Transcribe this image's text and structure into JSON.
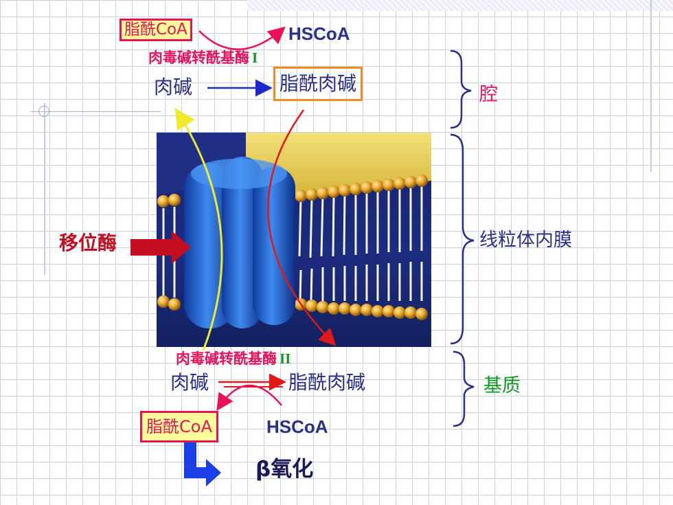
{
  "top": {
    "acyl_coa": "脂酰CoA",
    "hscoa": "HSCoA",
    "enzyme": "肉毒碱转酰基酶",
    "enzyme_num": "I",
    "carnitine": "肉碱",
    "acyl_carnitine": "脂酰肉碱"
  },
  "bottom": {
    "enzyme": "肉毒碱转酰基酶",
    "enzyme_num": "II",
    "carnitine": "肉碱",
    "acyl_carnitine": "脂酰肉碱",
    "acyl_coa": "脂酰CoA",
    "hscoa": "HSCoA",
    "beta_oxidation": "β氧化"
  },
  "left_label": "移位酶",
  "regions": {
    "lumen": "腔",
    "inner_membrane": "线粒体内膜",
    "matrix": "基质"
  },
  "colors": {
    "magenta": "#e8115a",
    "green": "#0a9a1e",
    "navy": "#2a2f8a",
    "translocase_red": "#c40d1f"
  }
}
